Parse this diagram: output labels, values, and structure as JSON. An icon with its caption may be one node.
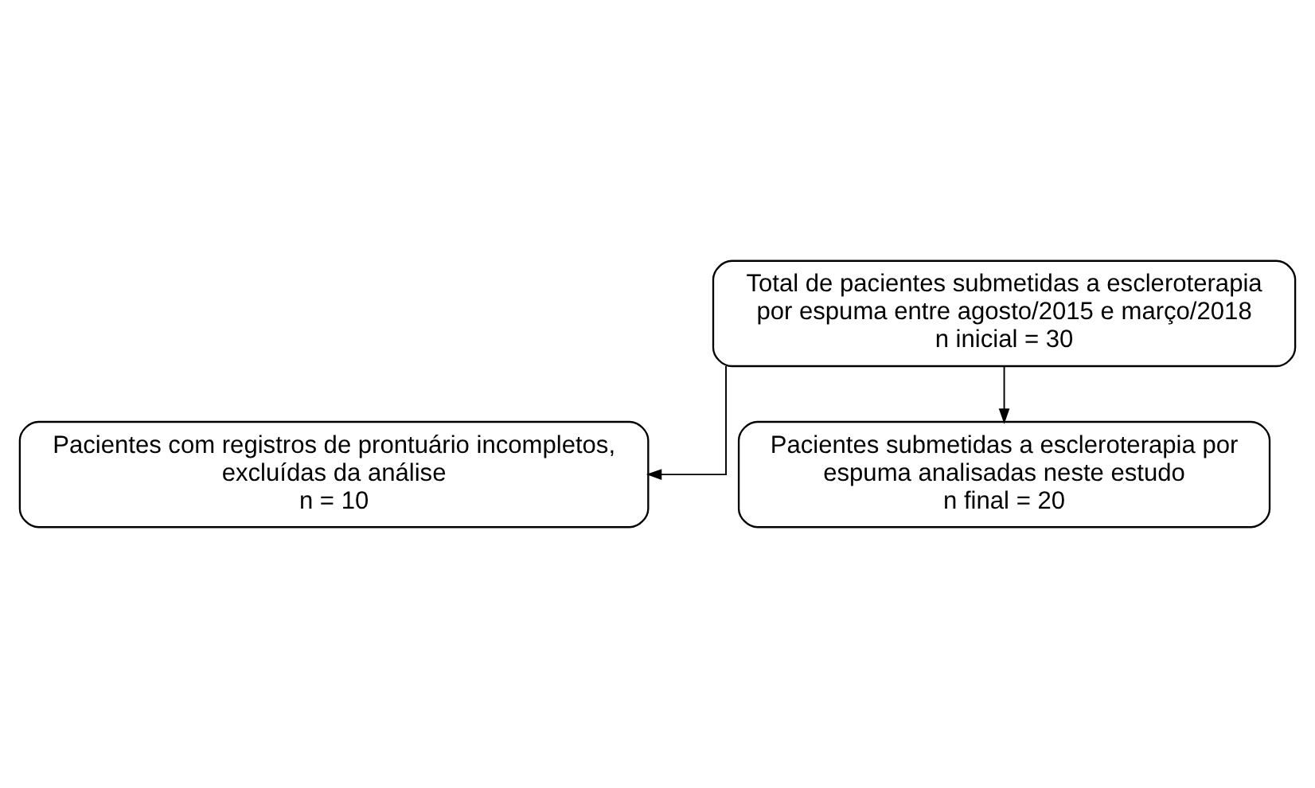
{
  "diagram": {
    "nodes": [
      {
        "text": [
          "Total de pacientes submetidas a escleroterapia por espuma entre agosto/2015 e março/2018",
          "n inicial = 30"
        ]
      },
      {
        "text": [
          "Pacientes com registros de prontuário incompletos, excluídas da análise",
          "n = 10"
        ]
      },
      {
        "text": [
          "Pacientes submetidas a escleroterapia por espuma analisadas neste estudo",
          "n final = 20"
        ]
      }
    ],
    "edges": [
      {
        "from": 0,
        "to": 1,
        "arrow": "to"
      },
      {
        "from": 0,
        "to": 2,
        "arrow": "to"
      }
    ]
  }
}
